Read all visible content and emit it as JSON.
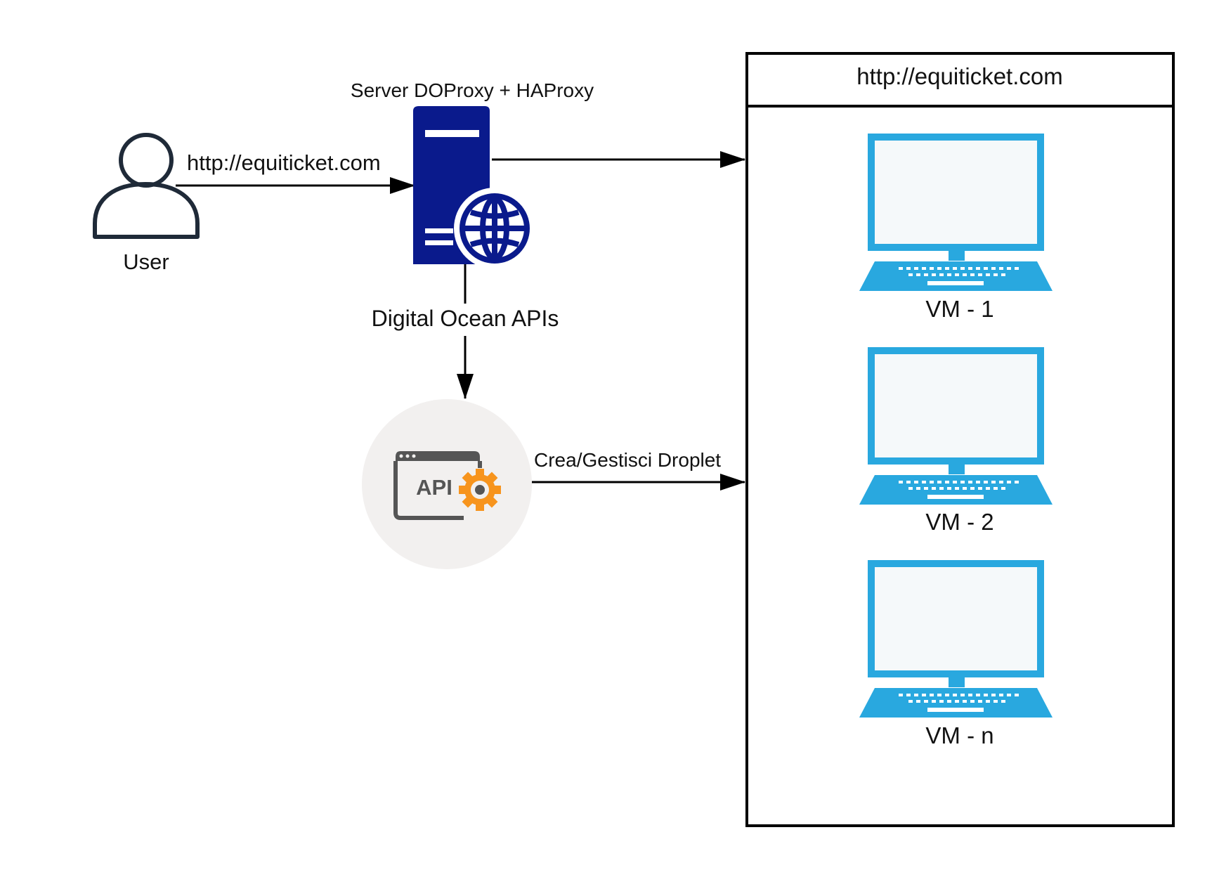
{
  "user": {
    "label": "User",
    "request_label": "http://equiticket.com"
  },
  "server": {
    "label": "Server DOProxy + HAProxy",
    "api_link_label": "Digital Ocean APIs"
  },
  "api": {
    "badge_text": "API",
    "action_label": "Crea/Gestisci Droplet"
  },
  "cluster": {
    "title": "http://equiticket.com",
    "vms": [
      {
        "label": "VM - 1"
      },
      {
        "label": "VM - 2"
      },
      {
        "label": "VM - n"
      }
    ]
  },
  "colors": {
    "server_blue": "#0a1a8c",
    "monitor_blue": "#29a8df",
    "monitor_screen": "#f5f9fa",
    "api_circle": "#f2f0ef",
    "api_gear": "#f7941d",
    "api_frame": "#555555",
    "user_stroke": "#1f2a38"
  }
}
